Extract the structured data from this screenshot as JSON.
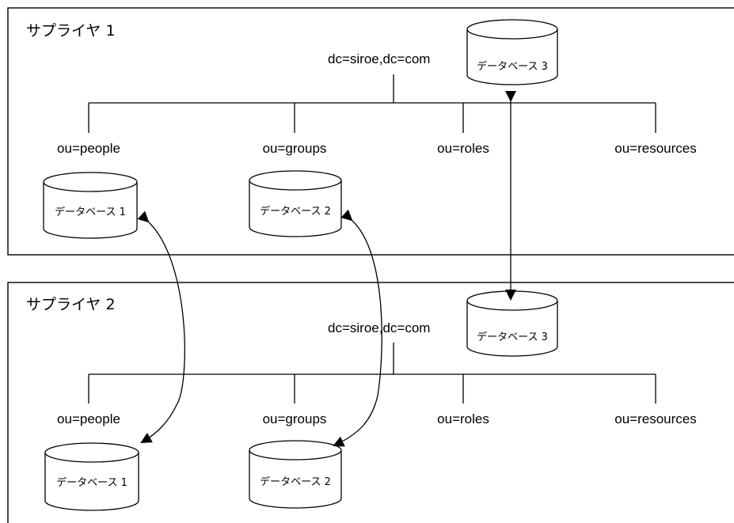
{
  "supplier1": {
    "title": "サプライヤ 1",
    "root": "dc=siroe,dc=com",
    "root_db": "データベース 3",
    "ou": [
      "ou=people",
      "ou=groups",
      "ou=roles",
      "ou=resources"
    ],
    "db_people": "データベース 1",
    "db_groups": "データベース 2"
  },
  "supplier2": {
    "title": "サプライヤ 2",
    "root": "dc=siroe,dc=com",
    "root_db": "データベース 3",
    "ou": [
      "ou=people",
      "ou=groups",
      "ou=roles",
      "ou=resources"
    ],
    "db_people": "データベース 1",
    "db_groups": "データベース 2"
  }
}
